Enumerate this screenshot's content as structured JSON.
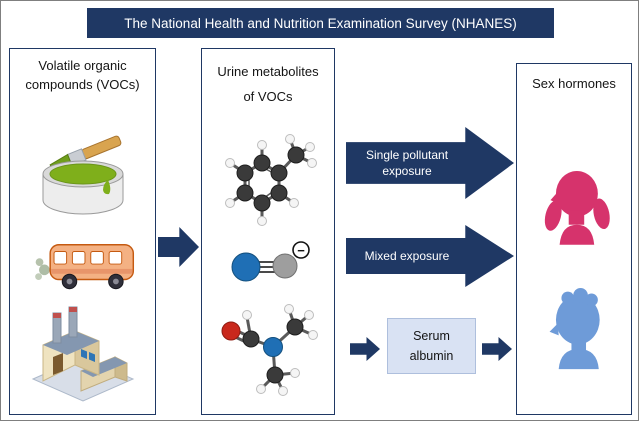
{
  "banner": {
    "title": "The National Health and Nutrition Examination Survey (NHANES)"
  },
  "voc_box": {
    "title": "Volatile organic compounds (VOCs)",
    "icons": {
      "paint": "paint-bucket-with-brush",
      "bus": "bus-with-exhaust",
      "factory": "factory-building"
    }
  },
  "metabolites_box": {
    "title": "Urine metabolites of VOCs",
    "molecule_charge_symbol": "−",
    "icons": {
      "molecule1": "toluene-molecule",
      "molecule2": "cyanide-ion-molecule",
      "molecule3": "dimethylformamide-molecule"
    }
  },
  "hormones_box": {
    "title": "Sex hormones",
    "icons": {
      "girl": "girl-silhouette",
      "boy": "boy-silhouette"
    }
  },
  "arrows": {
    "single_pollutant_label": "Single pollutant exposure",
    "mixed_label": "Mixed exposure",
    "serum_albumin_label": "Serum albumin"
  },
  "colors": {
    "navy": "#1F3864",
    "girl_pink": "#D6336C",
    "boy_blue": "#6E9BD8",
    "serum_box_bg": "#D9E2F3",
    "paint_green": "#7FAF1B",
    "bus_orange": "#F4B183"
  }
}
